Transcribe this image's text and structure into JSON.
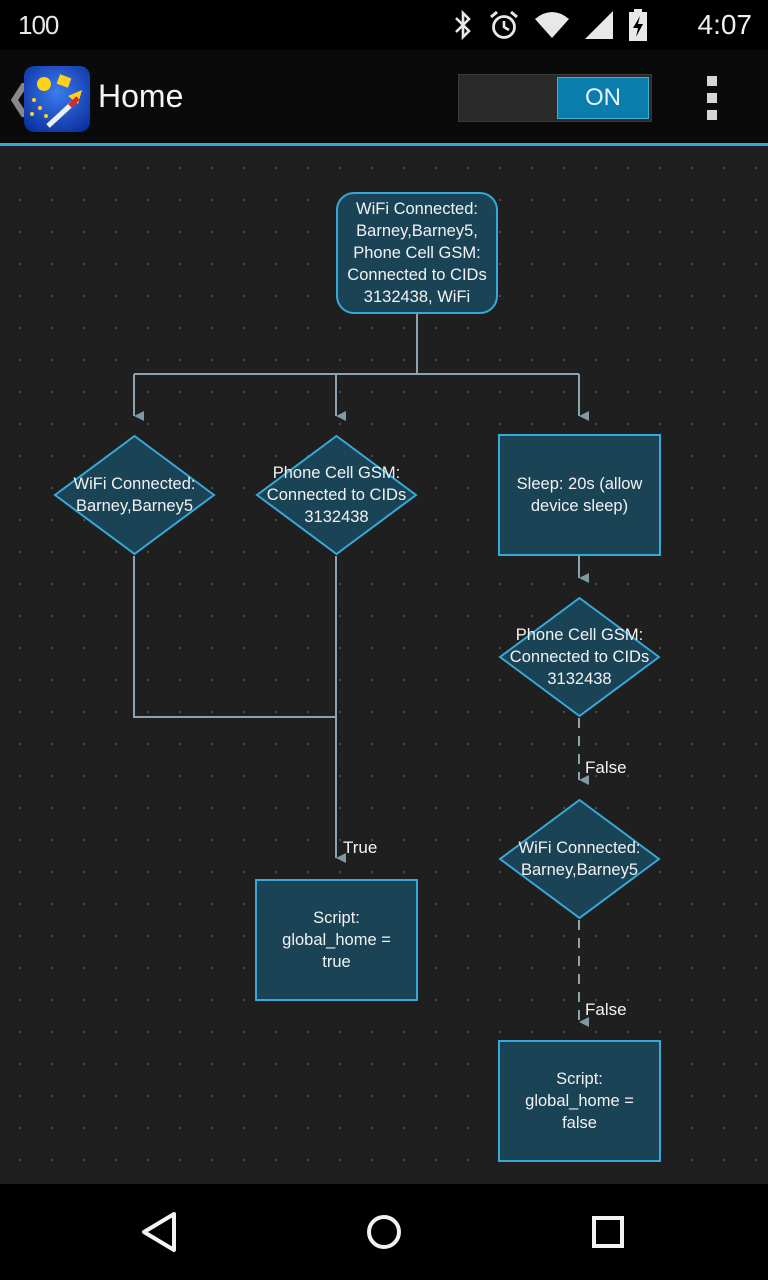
{
  "status_bar": {
    "battery_text": "100",
    "time": "4:07",
    "icons": [
      "bluetooth-icon",
      "alarm-icon",
      "wifi-icon",
      "cell-signal-icon",
      "battery-charging-icon"
    ]
  },
  "action_bar": {
    "title": "Home",
    "toggle_label": "ON",
    "toggle_state": "on",
    "accent_color": "#33a9d6"
  },
  "flow": {
    "root": "WiFi Connected: Barney,Barney5, Phone Cell GSM: Connected to CIDs 3132438, WiFi",
    "cond_wifi_left": "WiFi Connected: Barney,Barney5",
    "cond_cell_mid": "Phone Cell GSM: Connected to CIDs 3132438",
    "sleep": "Sleep: 20s (allow device sleep)",
    "cond_cell_right": "Phone Cell GSM: Connected to CIDs 3132438",
    "cond_wifi_right": "WiFi Connected: Barney,Barney5",
    "script_true": "Script: global_home = true",
    "script_false": "Script: global_home = false",
    "label_true": "True",
    "label_false_1": "False",
    "label_false_2": "False"
  },
  "nav_bar": {
    "icons": [
      "back-icon",
      "home-icon",
      "recents-icon"
    ]
  }
}
